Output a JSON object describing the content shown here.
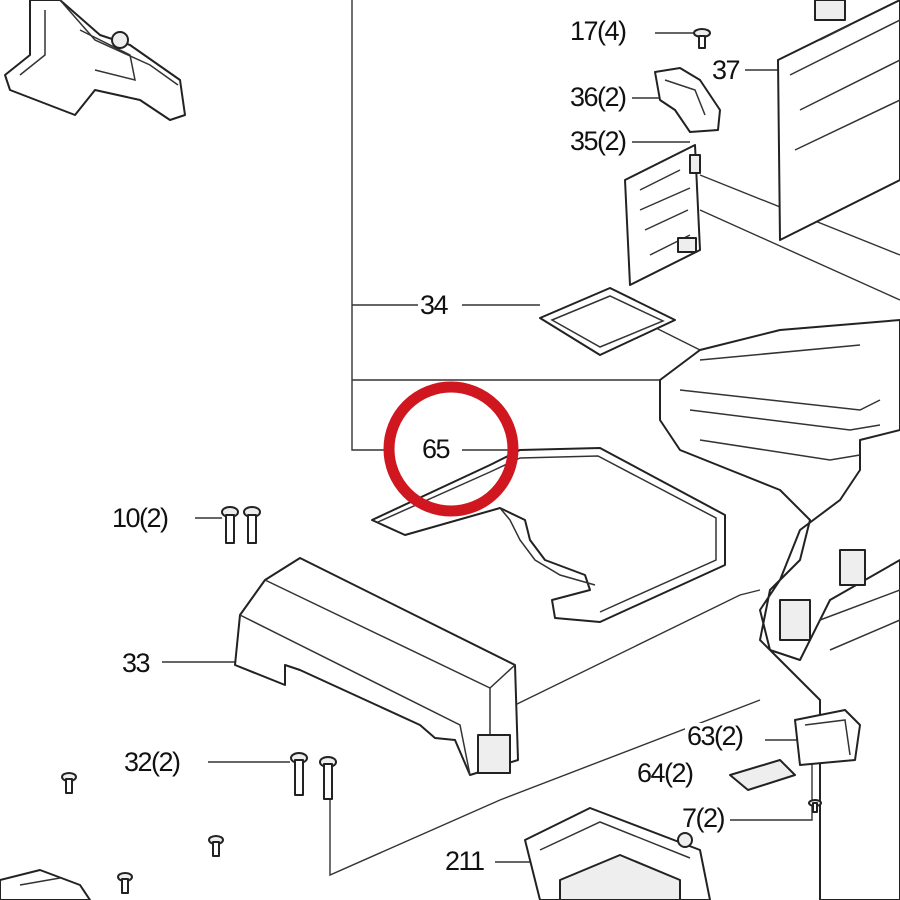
{
  "callouts": {
    "c17": "17(4)",
    "c37": "37",
    "c36": "36(2)",
    "c35": "35(2)",
    "c34": "34",
    "c65": "65",
    "c10": "10(2)",
    "c33": "33",
    "c32": "32(2)",
    "c63": "63(2)",
    "c64": "64(2)",
    "c7": "7(2)",
    "c211": "211"
  },
  "highlight": {
    "target": "65",
    "color": "#d0161e"
  }
}
